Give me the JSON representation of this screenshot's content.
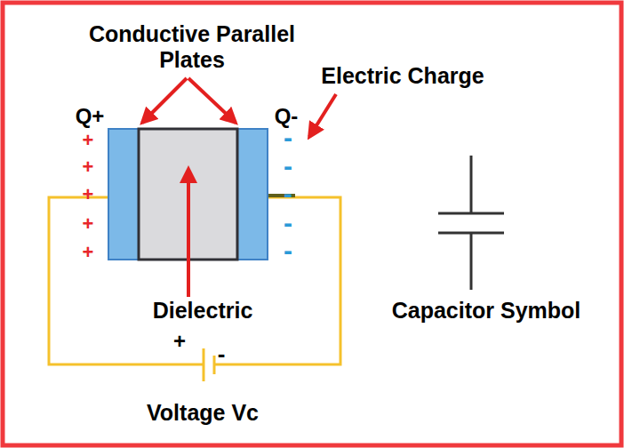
{
  "diagram": {
    "labels": [
      "Conductive Parallel Plates",
      "Q+",
      "Q-",
      "Electric Charge",
      "+",
      "+",
      "+",
      "+",
      "+",
      "-",
      "-",
      "-",
      "-",
      "-",
      "Dielectric",
      "Capacitor Symbol",
      "+",
      "-",
      "Voltage Vc"
    ]
  }
}
